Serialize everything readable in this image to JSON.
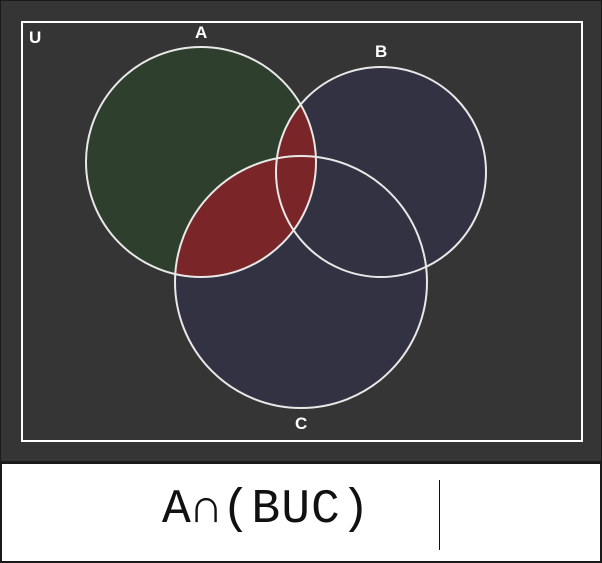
{
  "diagram": {
    "universe_label": "U",
    "sets": [
      {
        "name": "A",
        "label": "A",
        "fill": "#2e3f2e"
      },
      {
        "name": "B",
        "label": "B",
        "fill": "#323242"
      },
      {
        "name": "C",
        "label": "C",
        "fill": "#323242"
      }
    ],
    "highlight_fill": "#7a2628",
    "background": "#353535",
    "outline_color": "#ffffff"
  },
  "expression": {
    "text": "A∩(BUC)"
  }
}
